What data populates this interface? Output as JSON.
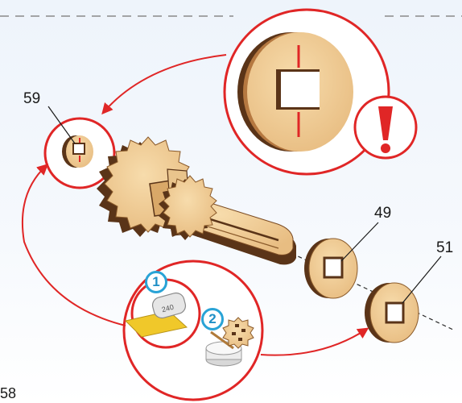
{
  "diagram": {
    "parts": [
      {
        "id": "59",
        "label": "59"
      },
      {
        "id": "49",
        "label": "49"
      },
      {
        "id": "51",
        "label": "51"
      }
    ],
    "steps": [
      {
        "number": "1"
      },
      {
        "number": "2"
      }
    ],
    "sandpaper_grit": "240",
    "page_number": "58",
    "colors": {
      "accent_red": "#e02626",
      "step_blue": "#29a3d6",
      "wood_light": "#f0cc96",
      "wood_dark": "#5a3418",
      "sandpaper": "#f0c82a"
    }
  }
}
